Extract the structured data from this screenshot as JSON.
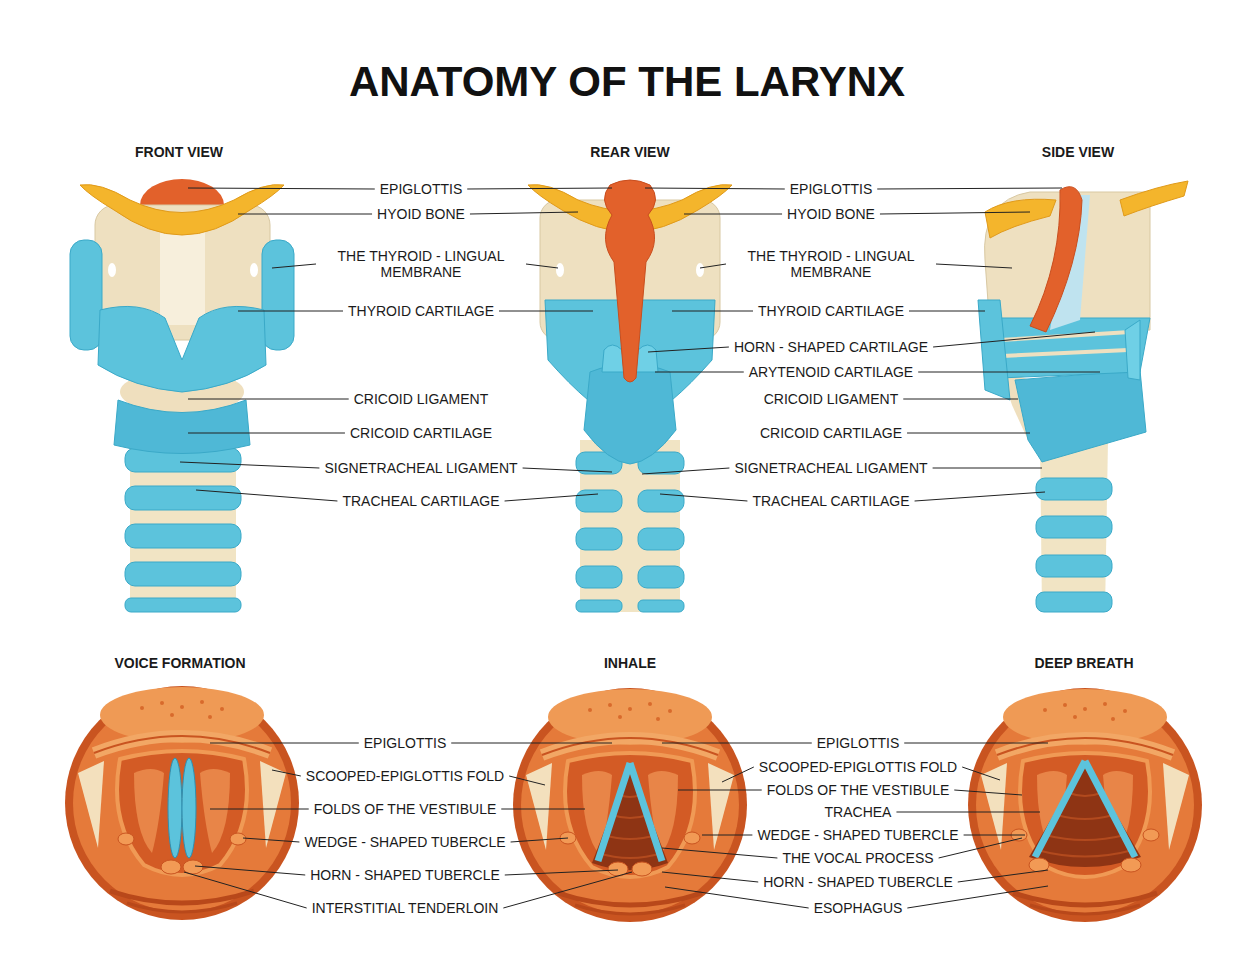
{
  "diagram": {
    "title": "ANATOMY OF THE LARYNX",
    "labels": [
      "FRONT VIEW",
      "REAR VIEW",
      "SIDE VIEW",
      "EPIGLOTTIS",
      "HYOID BONE",
      "THE THYROID - LINGUAL MEMBRANE",
      "THYROID CARTILAGE",
      "CRICOID LIGAMENT",
      "CRICOID CARTILAGE",
      "SIGNETRACHEAL LIGAMENT",
      "TRACHEAL CARTILAGE",
      "EPIGLOTTIS",
      "HYOID BONE",
      "THE THYROID - LINGUAL MEMBRANE",
      "THYROID CARTILAGE",
      "HORN - SHAPED CARTILAGE",
      "ARYTENOID CARTILAGE",
      "CRICOID LIGAMENT",
      "CRICOID CARTILAGE",
      "SIGNETRACHEAL LIGAMENT",
      "TRACHEAL CARTILAGE",
      "VOICE FORMATION",
      "INHALE",
      "DEEP BREATH",
      "EPIGLOTTIS",
      "SCOOPED-EPIGLOTTIS FOLD",
      "FOLDS OF THE VESTIBULE",
      "WEDGE - SHAPED TUBERCLE",
      "HORN - SHAPED TUBERCLE",
      "INTERSTITIAL TENDERLOIN",
      "EPIGLOTTIS",
      "SCOOPED-EPIGLOTTIS FOLD",
      "FOLDS OF THE VESTIBULE",
      "TRACHEA",
      "WEDGE - SHAPED TUBERCLE",
      "THE VOCAL PROCESS",
      "HORN - SHAPED TUBERCLE",
      "ESOPHAGUS"
    ]
  }
}
